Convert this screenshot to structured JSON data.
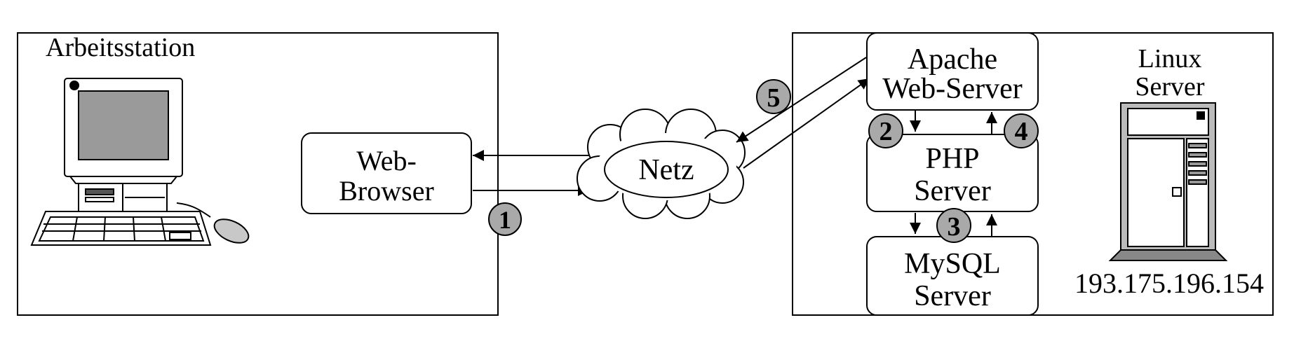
{
  "workstation": {
    "title": "Arbeitsstation"
  },
  "browser": {
    "line1": "Web-",
    "line2": "Browser"
  },
  "network": {
    "label": "Netz"
  },
  "server_machine": {
    "line1": "Linux",
    "line2": "Server",
    "ip": "193.175.196.154"
  },
  "apache": {
    "line1": "Apache",
    "line2": "Web-Server"
  },
  "php": {
    "line1": "PHP",
    "line2": "Server"
  },
  "mysql": {
    "line1": "MySQL",
    "line2": "Server"
  },
  "steps": [
    "1",
    "2",
    "3",
    "4",
    "5"
  ],
  "colors": {
    "step_badge": "#a9a9a9",
    "screen": "#9a9a9a",
    "stroke": "#000000"
  }
}
